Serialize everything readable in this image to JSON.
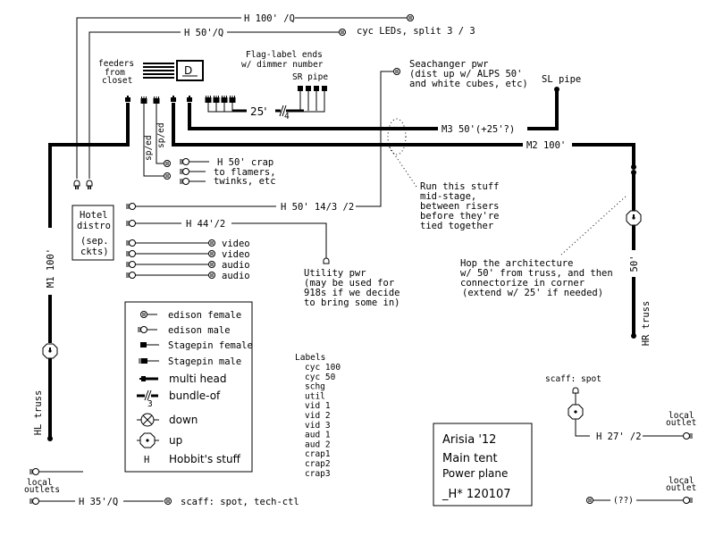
{
  "cables": {
    "h100q": "H 100' /Q",
    "h50q": "H 50'/Q",
    "cyc_leds": "cyc LEDs, split 3 / 3",
    "m3": "M3  50'(+25'?)",
    "m2": "M2  100'",
    "m1": "M1 100'",
    "hr_50": "50'",
    "h50_14_3": "H 50' 14/3 /2",
    "h44": "H  44'/2",
    "h35q": "H  35'/Q",
    "h27": "H  27' /2",
    "unknown": "(??)",
    "bundle_25": "25'",
    "bundle_count": "4",
    "sp_ed_1": "sp/ed",
    "sp_ed_2": "sp/ed"
  },
  "labels": {
    "feeders": [
      "feeders",
      "from",
      "closet"
    ],
    "dimmer": "D",
    "flag_note": [
      "Flag-label ends",
      "w/ dimmer number"
    ],
    "sr_pipe": "SR pipe",
    "sl_pipe": "SL pipe",
    "seachanger": [
      "Seachanger  pwr",
      "(dist up  w/ ALPS 50'",
      " and white cubes, etc)"
    ],
    "crap": [
      "H  50'  crap",
      "to flamers,",
      "twinks, etc"
    ],
    "hotel": [
      "Hotel",
      "distro",
      "(sep.",
      "ckts)"
    ],
    "av": [
      "video",
      "video",
      "audio",
      "audio"
    ],
    "utility": [
      "Utility pwr",
      "(may be used for",
      "918s if we decide",
      "to bring some in)"
    ],
    "run_note": [
      "Run this stuff",
      "mid-stage,",
      "between risers",
      "before they're",
      "tied together"
    ],
    "hop_note": [
      " Hop the architecture",
      "w/ 50' from truss, and then",
      " connectorize in corner",
      "(extend w/ 25' if needed)"
    ],
    "hl_truss": "HL truss",
    "hr_truss": "HR truss",
    "local_outlets": [
      "local",
      "outlets"
    ],
    "local_outlet_1": [
      "local",
      "outlet"
    ],
    "local_outlet_2": [
      "local",
      "outlet"
    ],
    "scaff_spot": "scaff: spot",
    "scaff_spot_tech": "scaff: spot, tech-ctl"
  },
  "legend": {
    "items": [
      {
        "icon": "edison-female-icon",
        "label": "edison female"
      },
      {
        "icon": "edison-male-icon",
        "label": "edison male"
      },
      {
        "icon": "stagepin-female-icon",
        "label": "Stagepin  female"
      },
      {
        "icon": "stagepin-male-icon",
        "label": "Stagepin  male"
      },
      {
        "icon": "multi-head-icon",
        "label": "multi head"
      },
      {
        "icon": "bundle-of-icon",
        "label": "bundle-of",
        "sub": "3"
      },
      {
        "icon": "down-icon",
        "label": "down"
      },
      {
        "icon": "up-icon",
        "label": "up"
      },
      {
        "icon": "hobbit-icon",
        "label": "Hobbit's stuff",
        "glyph": "H"
      }
    ]
  },
  "label_list": {
    "title": "Labels",
    "items": [
      "cyc 100",
      "cyc 50",
      "schg",
      "util",
      "vid 1",
      "vid 2",
      "vid 3",
      "aud 1",
      "aud 2",
      "crap1",
      "crap2",
      "crap3"
    ]
  },
  "title_block": {
    "event": "Arisia '12",
    "venue": "Main tent",
    "plane": "Power plane",
    "rev": "_H*  120107"
  }
}
